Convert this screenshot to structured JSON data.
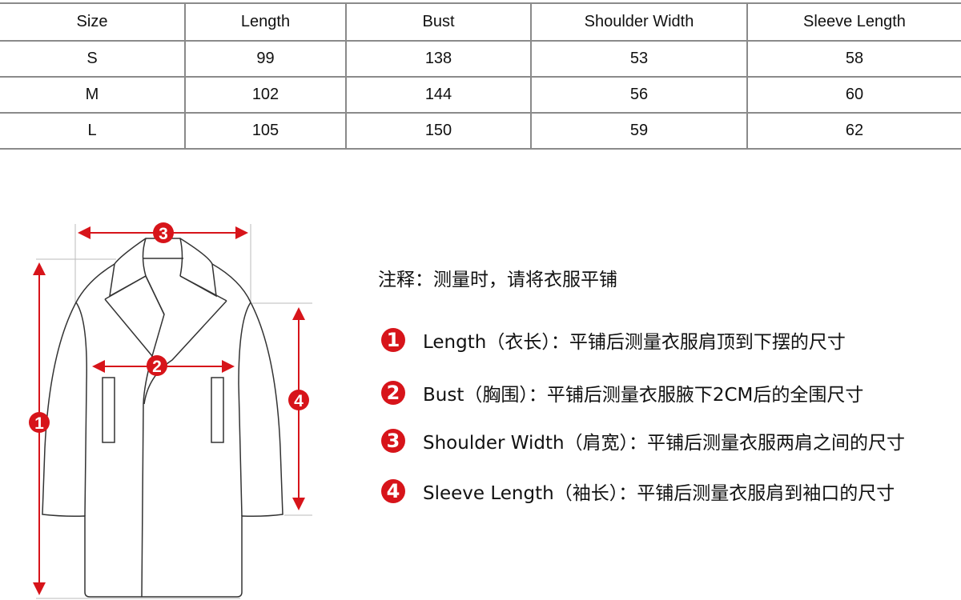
{
  "table": {
    "headers": [
      "Size",
      "Length",
      "Bust",
      "Shoulder Width",
      "Sleeve Length"
    ],
    "rows": [
      [
        "S",
        "99",
        "138",
        "53",
        "58"
      ],
      [
        "M",
        "102",
        "144",
        "56",
        "60"
      ],
      [
        "L",
        "105",
        "150",
        "59",
        "62"
      ]
    ]
  },
  "diagram": {
    "markers": [
      "1",
      "2",
      "3",
      "4"
    ],
    "accent": "#d7141a"
  },
  "notes": {
    "title": "注释：测量时，请将衣服平铺",
    "items": [
      {
        "num": "1",
        "text": "Length（衣长）：平铺后测量衣服肩顶到下摆的尺寸"
      },
      {
        "num": "2",
        "text": "Bust（胸围）：平铺后测量衣服腋下2CM后的全围尺寸"
      },
      {
        "num": "3",
        "text": "Shoulder Width（肩宽）：平铺后测量衣服两肩之间的尺寸"
      },
      {
        "num": "4",
        "text": "Sleeve Length（袖长）：平铺后测量衣服肩到袖口的尺寸"
      }
    ]
  }
}
